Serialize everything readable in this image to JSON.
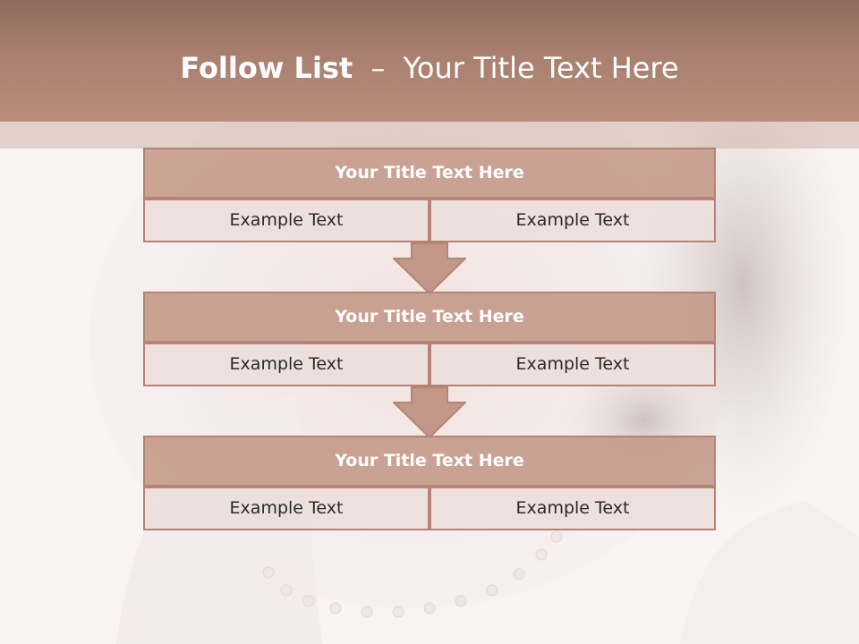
{
  "slide": {
    "title_bold": "Follow List",
    "title_sep": "–",
    "title_rest": "Your Title Text Here"
  },
  "blocks": [
    {
      "title": "Your Title Text Here",
      "left": "Example Text",
      "right": "Example Text"
    },
    {
      "title": "Your Title Text Here",
      "left": "Example Text",
      "right": "Example Text"
    },
    {
      "title": "Your Title Text Here",
      "left": "Example Text",
      "right": "Example Text"
    }
  ],
  "colors": {
    "header": "#a97f6f",
    "block_title_fill": "#c39788",
    "block_cell_fill": "#ecdedb",
    "border": "#b48574",
    "arrow_fill": "#c39788"
  }
}
